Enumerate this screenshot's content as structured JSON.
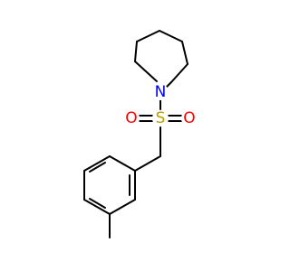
{
  "molecule": {
    "atoms": {
      "nitrogen": {
        "symbol": "N",
        "color": "#0000ff"
      },
      "sulfur": {
        "symbol": "S",
        "color": "#b8a000"
      },
      "oxygen_left": {
        "symbol": "O",
        "color": "#ff0000"
      },
      "oxygen_right": {
        "symbol": "O",
        "color": "#ff0000"
      }
    },
    "bond_color": "#000000"
  }
}
